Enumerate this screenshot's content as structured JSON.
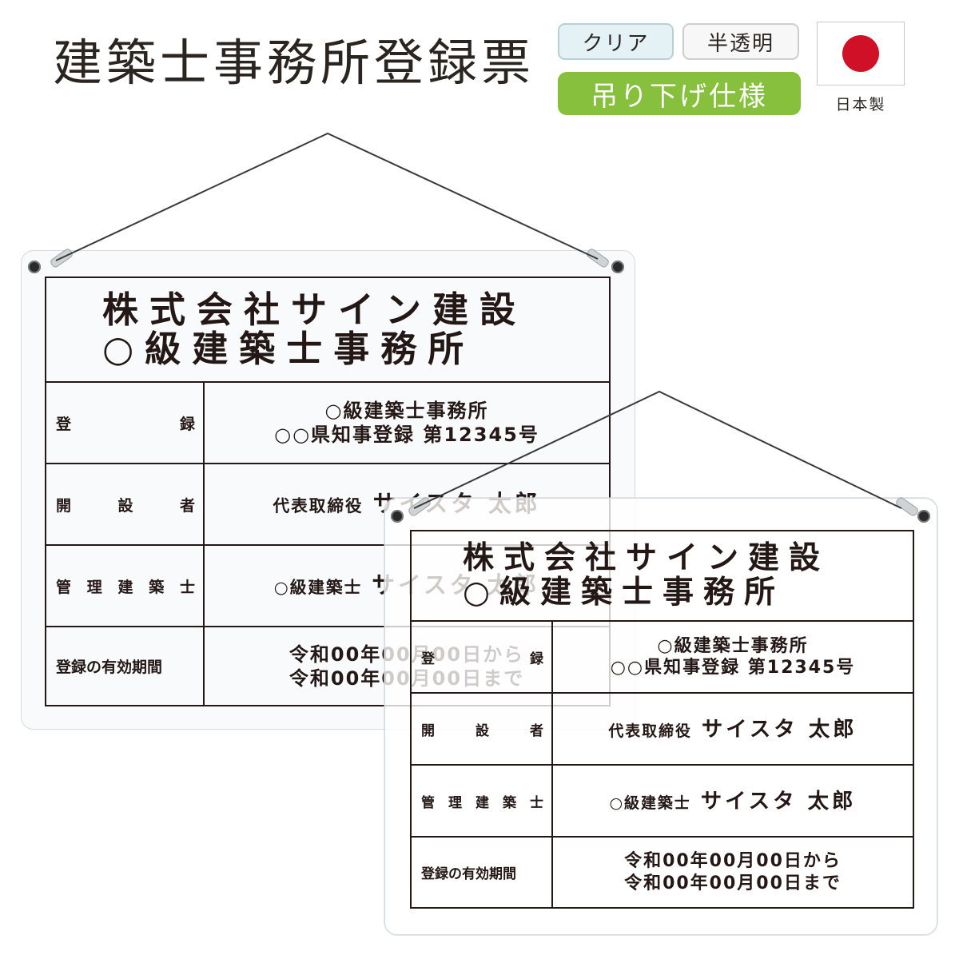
{
  "header": {
    "title": "建築士事務所登録票",
    "badges": {
      "clear": "クリア",
      "semi": "半透明",
      "hanging": "吊り下げ仕様"
    },
    "made_in": "日本製",
    "colors": {
      "hanging_badge": "#86c03c",
      "flag_sun": "#cf1027"
    }
  },
  "sign": {
    "heading_line1": "株式会社サイン建設",
    "heading_line2": "○級建築士事務所",
    "rows": [
      {
        "label": [
          "登",
          "録"
        ],
        "value_line1": "○級建築士事務所",
        "value_line2": "○○県知事登録 第12345号"
      },
      {
        "label": [
          "開",
          "設",
          "者"
        ],
        "value_prefix": "代表取締役",
        "value_name": "サイスタ 太郎"
      },
      {
        "label": [
          "管",
          "理",
          "建",
          "築",
          "士"
        ],
        "value_prefix": "○級建築士",
        "value_name": "サイスタ 太郎"
      },
      {
        "label_text": "登録の有効期間",
        "value_line1": "令和00年00月00日から",
        "value_line2": "令和00年00月00日まで"
      }
    ]
  }
}
